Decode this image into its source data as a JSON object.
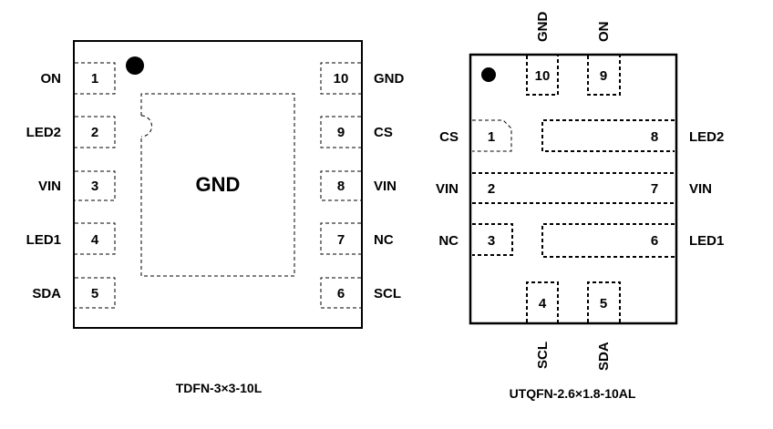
{
  "packages": [
    {
      "name": "TDFN-3×3-10L",
      "exposed_pad_label": "GND",
      "pins": [
        {
          "number": "1",
          "name": "ON"
        },
        {
          "number": "2",
          "name": "LED2"
        },
        {
          "number": "3",
          "name": "VIN"
        },
        {
          "number": "4",
          "name": "LED1"
        },
        {
          "number": "5",
          "name": "SDA"
        },
        {
          "number": "6",
          "name": "SCL"
        },
        {
          "number": "7",
          "name": "NC"
        },
        {
          "number": "8",
          "name": "VIN"
        },
        {
          "number": "9",
          "name": "CS"
        },
        {
          "number": "10",
          "name": "GND"
        }
      ]
    },
    {
      "name": "UTQFN-2.6×1.8-10AL",
      "pins": [
        {
          "number": "1",
          "name": "CS"
        },
        {
          "number": "2",
          "name": "VIN"
        },
        {
          "number": "3",
          "name": "NC"
        },
        {
          "number": "4",
          "name": "SCL"
        },
        {
          "number": "5",
          "name": "SDA"
        },
        {
          "number": "6",
          "name": "LED1"
        },
        {
          "number": "7",
          "name": "VIN"
        },
        {
          "number": "8",
          "name": "LED2"
        },
        {
          "number": "9",
          "name": "ON"
        },
        {
          "number": "10",
          "name": "GND"
        }
      ]
    }
  ]
}
